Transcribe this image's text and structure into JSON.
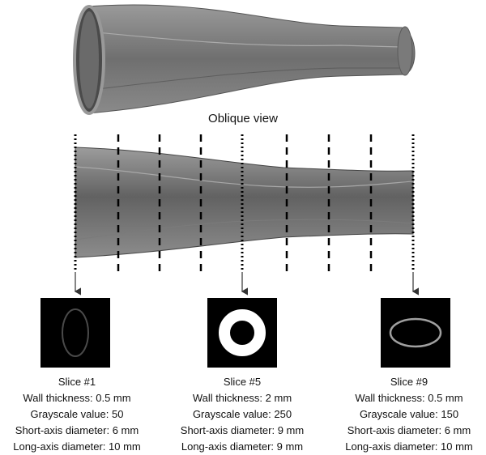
{
  "oblique_caption": "Oblique view",
  "colors": {
    "background": "#ffffff",
    "vessel_gray": "#8e8e8e",
    "vessel_dark": "#5f5f5f",
    "slice_bg": "#000000"
  },
  "slices": [
    {
      "title": "Slice #1",
      "wall_thickness": "Wall thickness: 0.5 mm",
      "grayscale": "Grayscale value: 50",
      "short_axis": "Short-axis diameter: 6 mm",
      "long_axis": "Long-axis diameter: 10 mm",
      "grayscale_value": 50
    },
    {
      "title": "Slice #5",
      "wall_thickness": "Wall thickness: 2 mm",
      "grayscale": "Grayscale value: 250",
      "short_axis": "Short-axis diameter: 9 mm",
      "long_axis": "Long-axis diameter: 9 mm",
      "grayscale_value": 250
    },
    {
      "title": "Slice #9",
      "wall_thickness": "Wall thickness: 0.5 mm",
      "grayscale": "Grayscale value: 150",
      "short_axis": "Short-axis diameter: 6 mm",
      "long_axis": "Long-axis diameter: 10 mm",
      "grayscale_value": 150
    }
  ]
}
